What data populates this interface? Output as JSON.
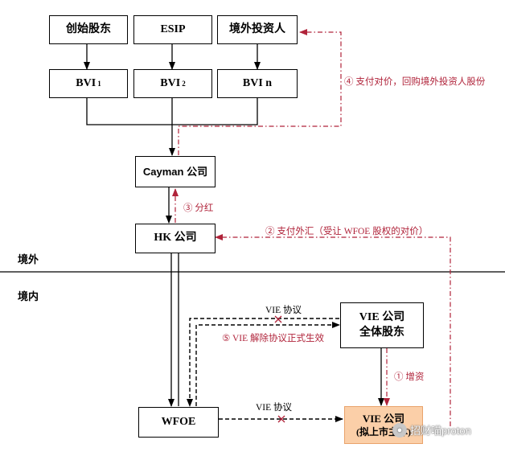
{
  "boxes": {
    "founders": "创始股东",
    "esip": "ESIP",
    "foreign_investors": "境外投资人",
    "bvi1": "BVI",
    "bvi1_sub": "1",
    "bvi2": "BVI",
    "bvi2_sub": "2",
    "bvin": "BVI n",
    "cayman": "Cayman 公司",
    "hk": "HK 公司",
    "vie_shareholders_line1": "VIE 公司",
    "vie_shareholders_line2": "全体股东",
    "wfoe": "WFOE",
    "vie_company_line1": "VIE 公司",
    "vie_company_line2": "(拟上市主体)"
  },
  "regions": {
    "overseas": "境外",
    "domestic": "境内"
  },
  "labels": {
    "step4": "④ 支付对价，回购境外投资人股份",
    "step3": "③ 分红",
    "step2": "② 支付外汇（受让 WFOE 股权的对价）",
    "vie_agreement_top": "VIE 协议",
    "step5": "⑤ VIE 解除协议正式生效",
    "step1": "① 增资",
    "vie_agreement_bottom": "VIE 协议"
  },
  "watermark": {
    "text": "招财喵proton",
    "icon": "wechat-icon"
  },
  "colors": {
    "line": "#000000",
    "red_flow": "#b0233a",
    "target_fill": "#fbcfa8"
  }
}
